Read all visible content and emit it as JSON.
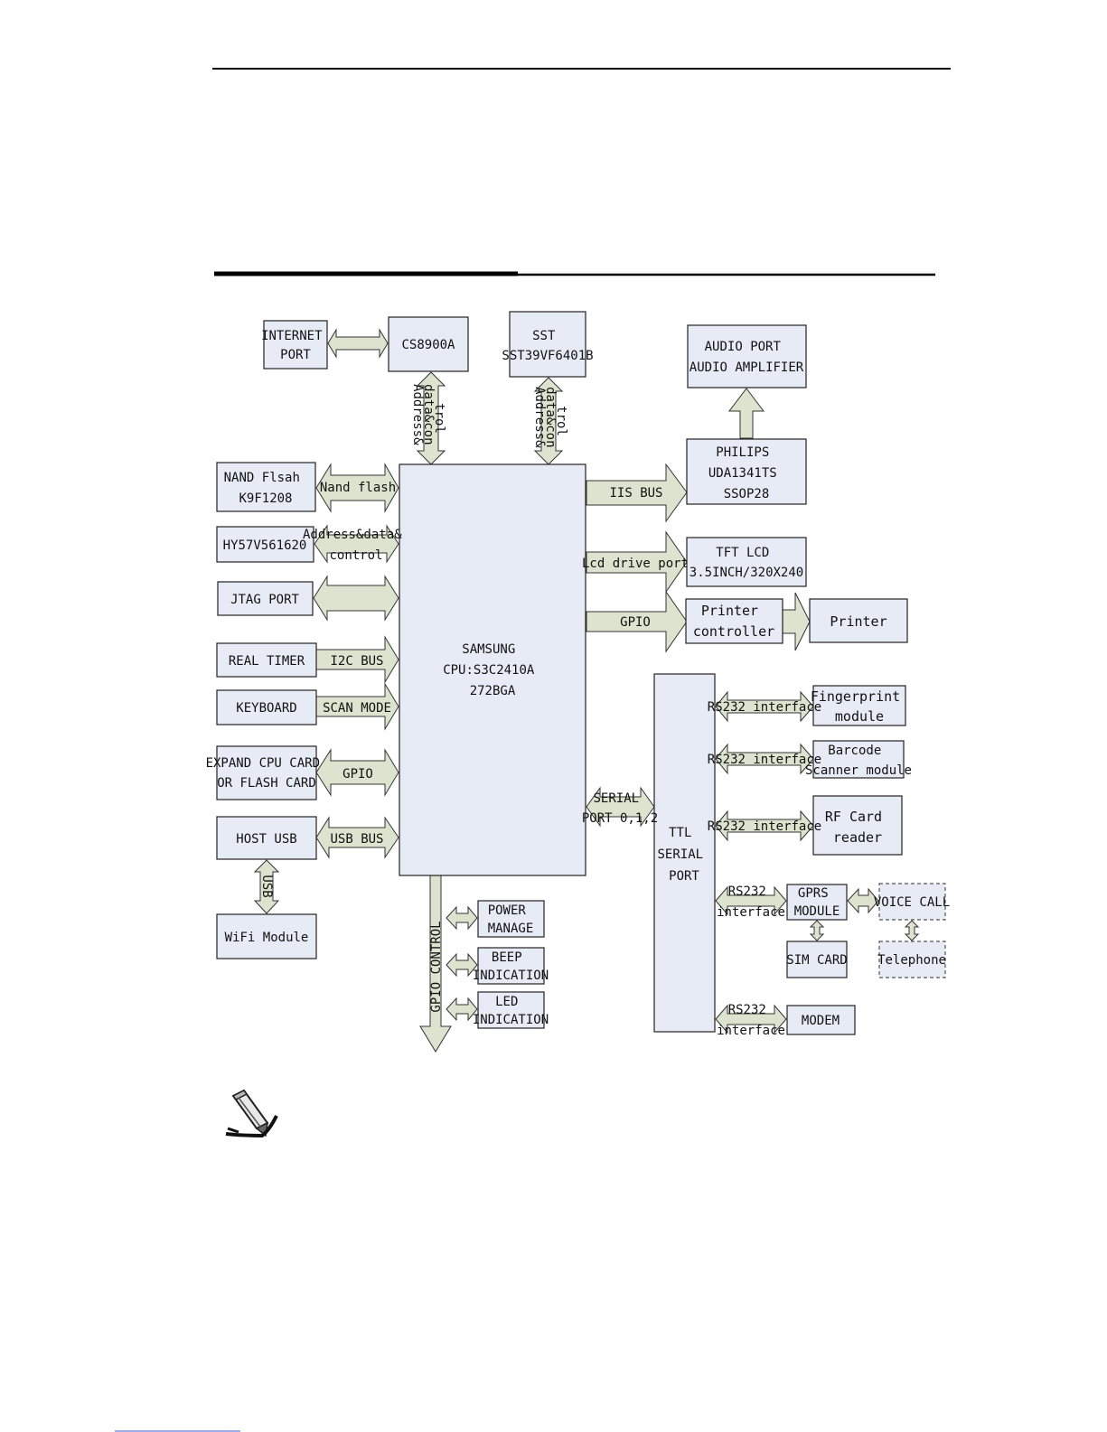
{
  "boxes": {
    "internet_port": [
      "INTERNET",
      "PORT"
    ],
    "cs8900a": [
      "CS8900A"
    ],
    "sst": [
      "SST",
      "SST39VF6401B"
    ],
    "audio_port": [
      "AUDIO PORT",
      "AUDIO AMPLIFIER"
    ],
    "philips": [
      "PHILIPS",
      "UDA1341TS",
      "SSOP28"
    ],
    "nand_flash": [
      "NAND Flsah",
      "K9F1208"
    ],
    "hy57v": [
      "HY57V561620"
    ],
    "jtag_port": [
      "JTAG PORT"
    ],
    "real_timer": [
      "REAL TIMER"
    ],
    "keyboard": [
      "KEYBOARD"
    ],
    "expand_cpu": [
      "EXPAND CPU CARD",
      "OR FLASH CARD"
    ],
    "host_usb": [
      "HOST USB"
    ],
    "wifi_module": [
      "WiFi Module"
    ],
    "cpu": [
      "SAMSUNG",
      "CPU:S3C2410A",
      "272BGA"
    ],
    "tft_lcd": [
      "TFT LCD",
      "3.5INCH/320X240"
    ],
    "printer_controller": [
      "Printer",
      "controller"
    ],
    "printer": [
      "Printer"
    ],
    "ttl_serial": [
      "TTL",
      "SERIAL",
      "PORT"
    ],
    "fingerprint": [
      "Fingerprint",
      "module"
    ],
    "barcode": [
      "Barcode",
      "Scanner module"
    ],
    "rf_card": [
      "RF Card",
      "reader"
    ],
    "gprs": [
      "GPRS",
      "MODULE"
    ],
    "voice_call": [
      "VOICE CALL"
    ],
    "sim_card": [
      "SIM CARD"
    ],
    "telephone": [
      "Telephone"
    ],
    "modem": [
      "MODEM"
    ],
    "power_manage": [
      "POWER",
      "MANAGE"
    ],
    "beep_indication": [
      "BEEP",
      "INDICATION"
    ],
    "led_indication": [
      "LED",
      "INDICATION"
    ]
  },
  "arrows": {
    "cs8900_bus": [
      "Address&",
      "data&con",
      "trol"
    ],
    "sst_bus": [
      "Address&",
      "data&con",
      "trol"
    ],
    "nand_bus": "Nand flash",
    "sdram_bus": [
      "Address&data&",
      "control"
    ],
    "iis_bus": "IIS BUS",
    "lcd_bus": "Lcd drive port",
    "gpio_printer": "GPIO",
    "i2c_bus": "I2C BUS",
    "scan_mode": "SCAN MODE",
    "gpio_expand": "GPIO",
    "usb_bus": "USB BUS",
    "usb_wifi": "USB",
    "serial_port": [
      "SERIAL",
      "PORT 0,1,2"
    ],
    "rs232_fingerprint": "RS232 interface",
    "rs232_barcode": "RS232 interface",
    "rs232_rf": "RS232 interface",
    "rs232_gprs": [
      "RS232",
      "interface"
    ],
    "rs232_modem": [
      "RS232",
      "interface"
    ],
    "gpio_control": "GPIO CONTROL"
  },
  "icons": {
    "note": "pencil-note-icon"
  },
  "colors": {
    "box_fill": "#e6ebf6",
    "arrow_fill": "#dde3cf",
    "footer_rule": "#3a5bd9"
  }
}
